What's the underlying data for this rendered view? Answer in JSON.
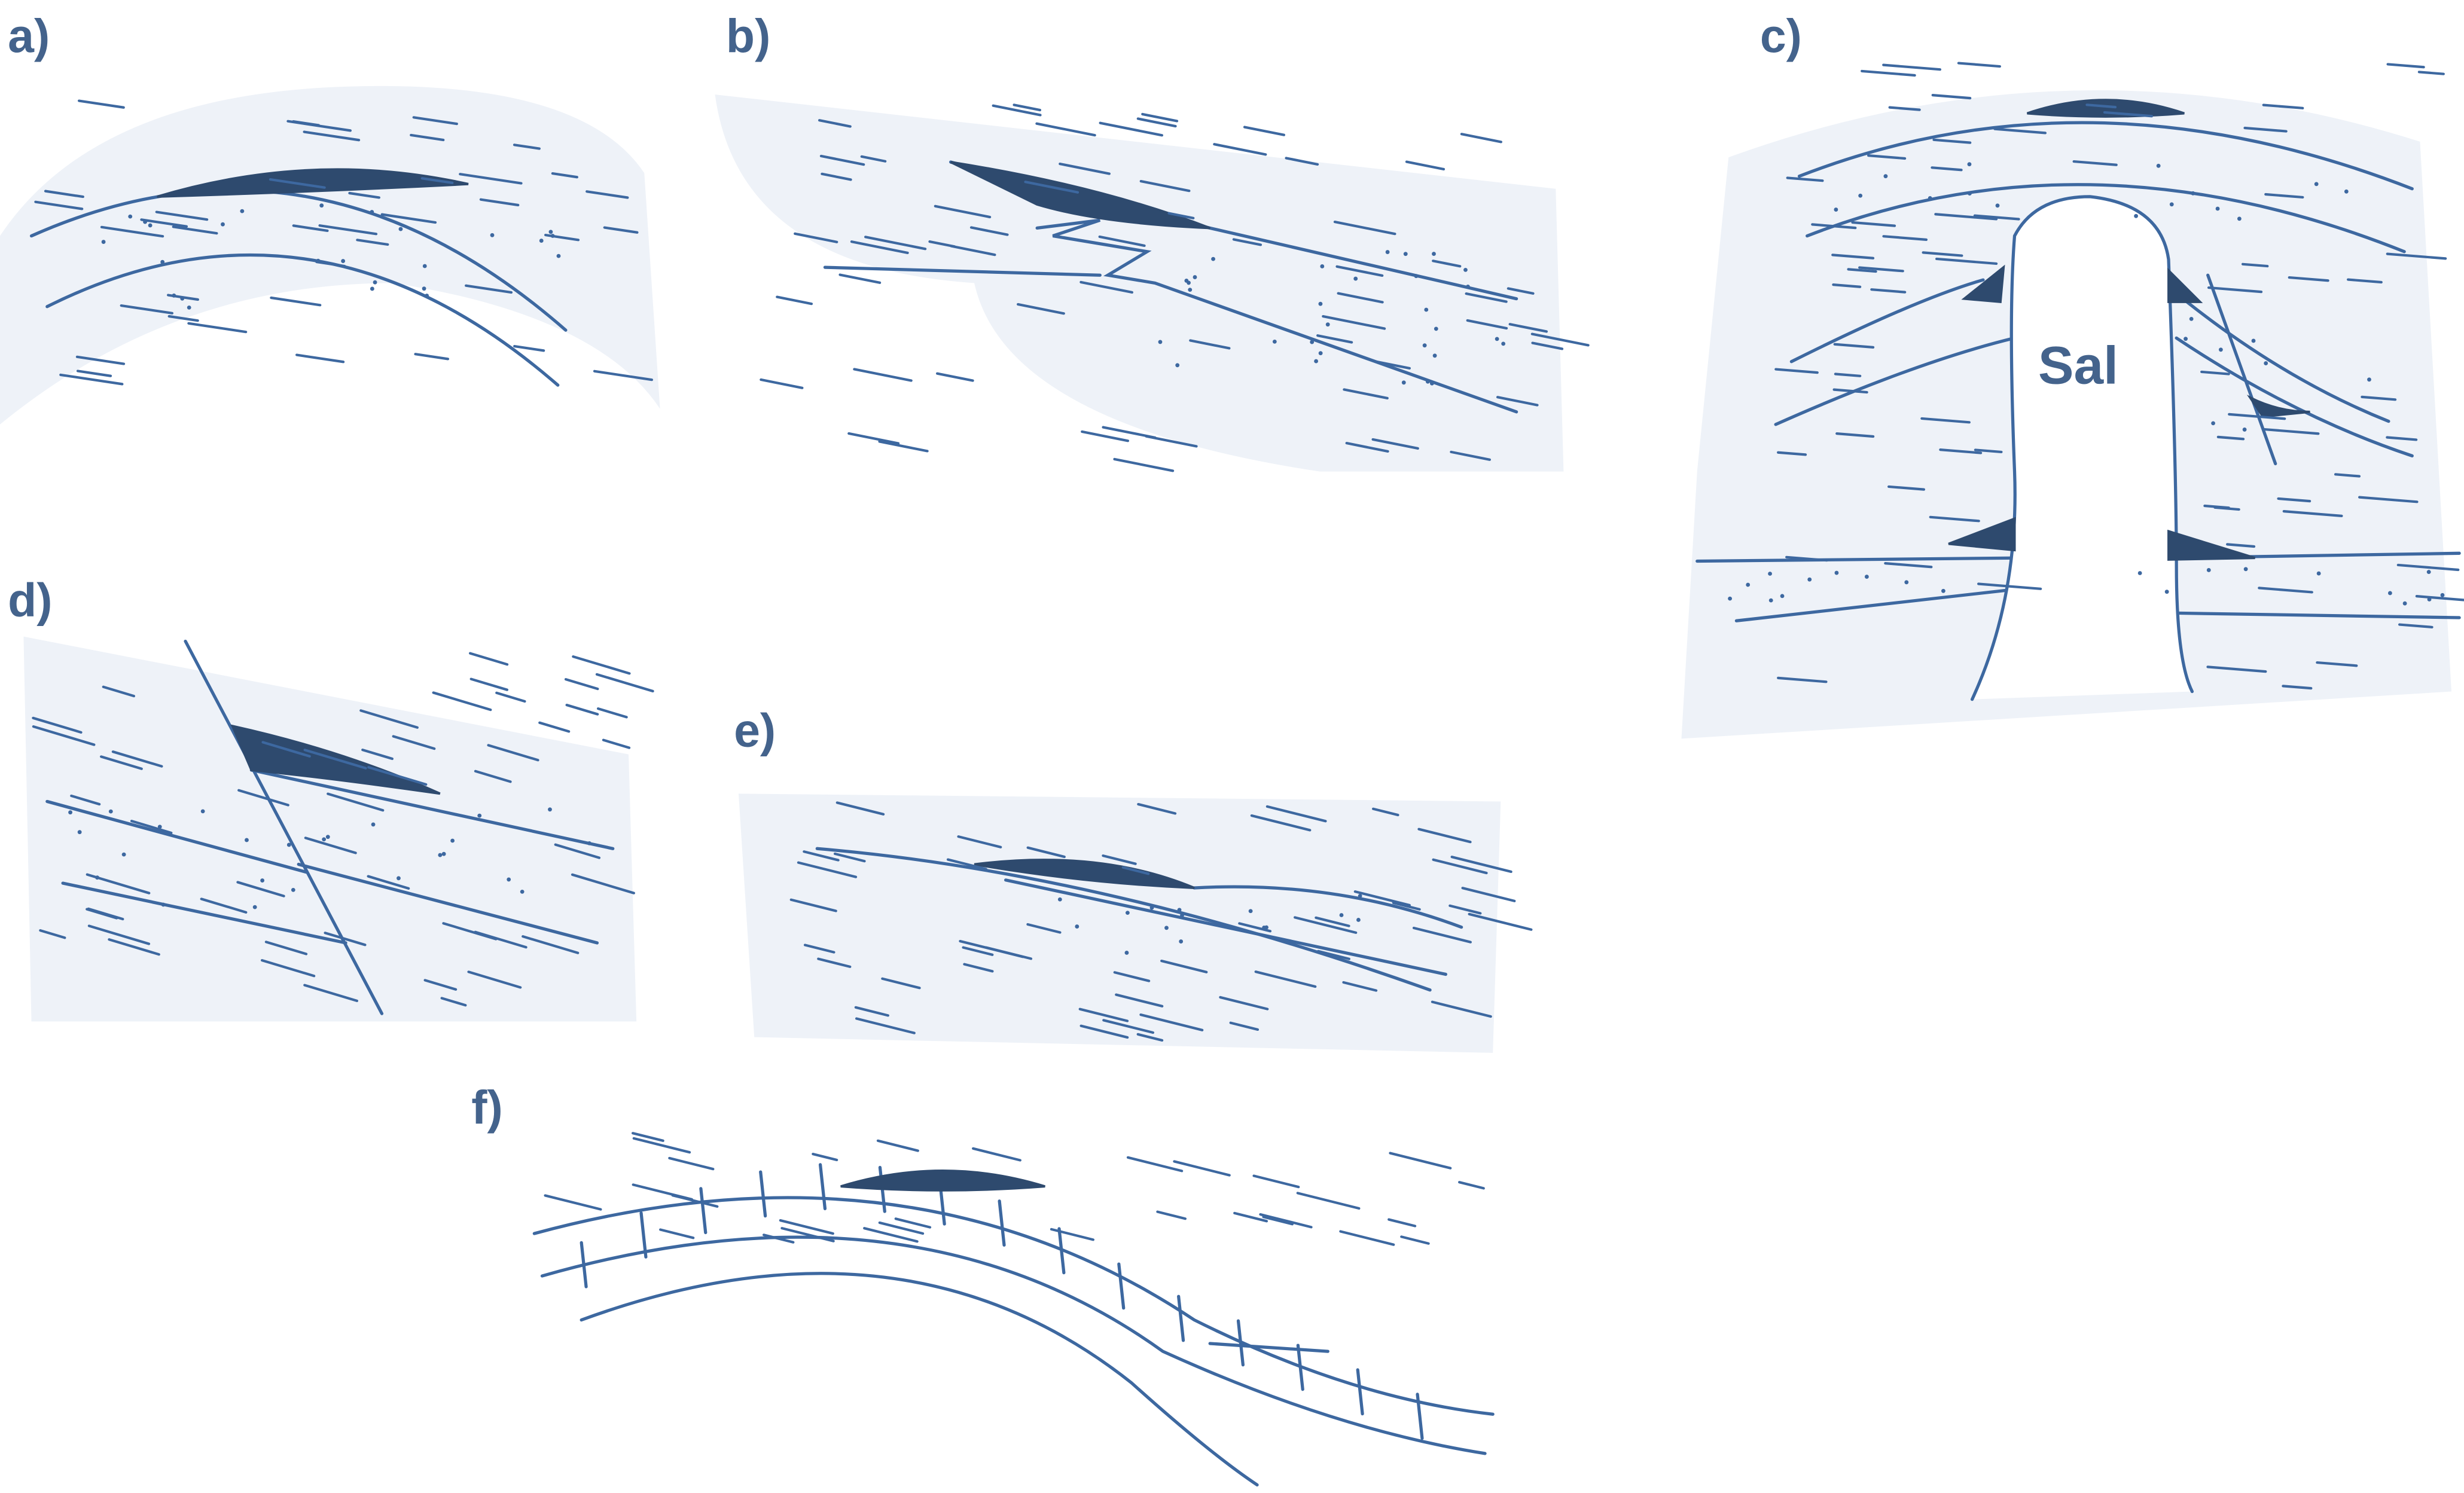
{
  "panels": [
    {
      "id": "a",
      "label": "a)"
    },
    {
      "id": "b",
      "label": "b)"
    },
    {
      "id": "c",
      "label": "c)",
      "salt_label": "Sal"
    },
    {
      "id": "d",
      "label": "d)"
    },
    {
      "id": "e",
      "label": "e)"
    },
    {
      "id": "f",
      "label": "f)"
    }
  ],
  "colors": {
    "line": "#3d68a0",
    "trap_fill": "#2e4a6e",
    "label": "#44638c"
  }
}
